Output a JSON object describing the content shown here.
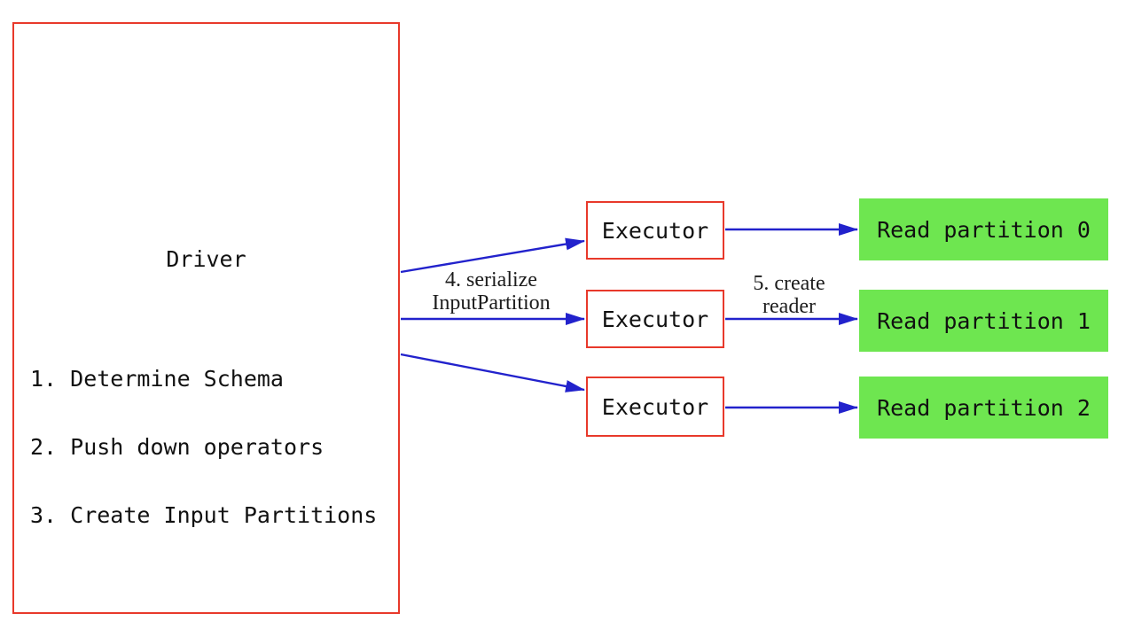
{
  "diagram": {
    "driver": {
      "title": "Driver",
      "steps": [
        "1. Determine Schema",
        "2. Push down operators",
        "3. Create Input Partitions"
      ]
    },
    "executors": [
      {
        "label": "Executor"
      },
      {
        "label": "Executor"
      },
      {
        "label": "Executor"
      }
    ],
    "partitions": [
      {
        "label": "Read partition 0"
      },
      {
        "label": "Read partition 1"
      },
      {
        "label": "Read partition 2"
      }
    ],
    "edge_labels": {
      "serialize": {
        "line1": "4. serialize",
        "line2": "InputPartition"
      },
      "create_reader": {
        "line1": "5. create",
        "line2": "reader"
      }
    },
    "colors": {
      "box_border": "#e8392b",
      "arrow": "#2222cc",
      "partition_fill": "#6ee650",
      "text": "#111111",
      "background": "#ffffff"
    }
  }
}
